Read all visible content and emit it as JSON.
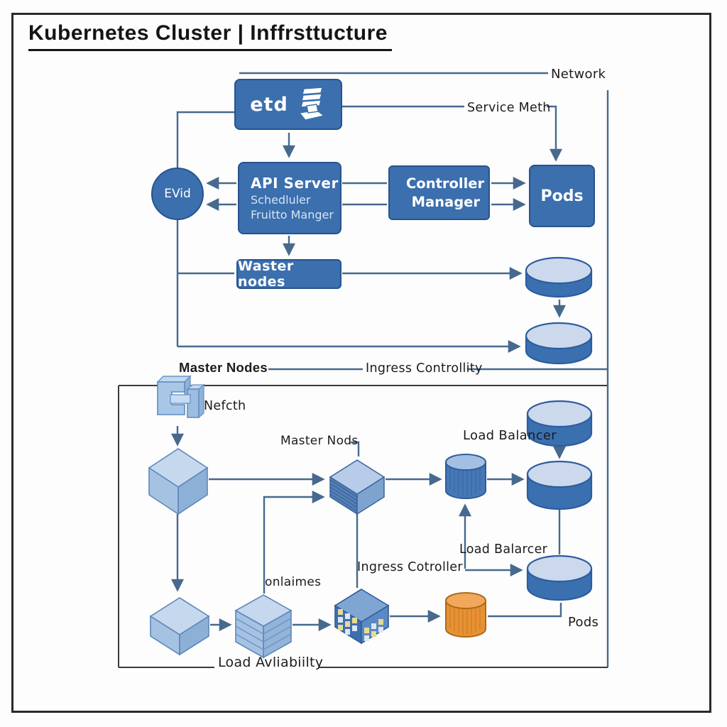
{
  "title": "Kubernetes Cluster | Inffrsttucture",
  "colors": {
    "box_blue": "#3b6fad",
    "line_blue": "#47698e",
    "cylinder_top": "#ccd9ec",
    "cylinder_side": "#3a70b0",
    "cube_light": "#a6c2e3",
    "orange": "#e89134",
    "border_dark": "#3a3a3a"
  },
  "upper": {
    "network_label": "Network",
    "service_mesh_label": "Service Meth",
    "etcd_box_label": "etd",
    "etcd_circle_label": "EVid",
    "api_server": {
      "line1": "API Server",
      "line2": "Schedluler",
      "line3": "Fruitto Manger"
    },
    "controller_manager_label": "Controller Manager",
    "pods_label": "Pods",
    "worker_nodes_label": "Waster nodes"
  },
  "lower": {
    "master_nodes_label": "Master Nodes",
    "ingress_control_label": "Ingress Controllity",
    "mesh_icon_label": "Nefcth",
    "master_node_cube_label": "Master Nods",
    "load_balancer_top_label": "Load Balancer",
    "load_balancer_bottom_label": "Load Balarcer",
    "ingress_controller_label": "Ingress Cotroller",
    "containers_label": "onlaimes",
    "pods_label": "Pods",
    "availability_label": "Load Avliabiilty"
  }
}
